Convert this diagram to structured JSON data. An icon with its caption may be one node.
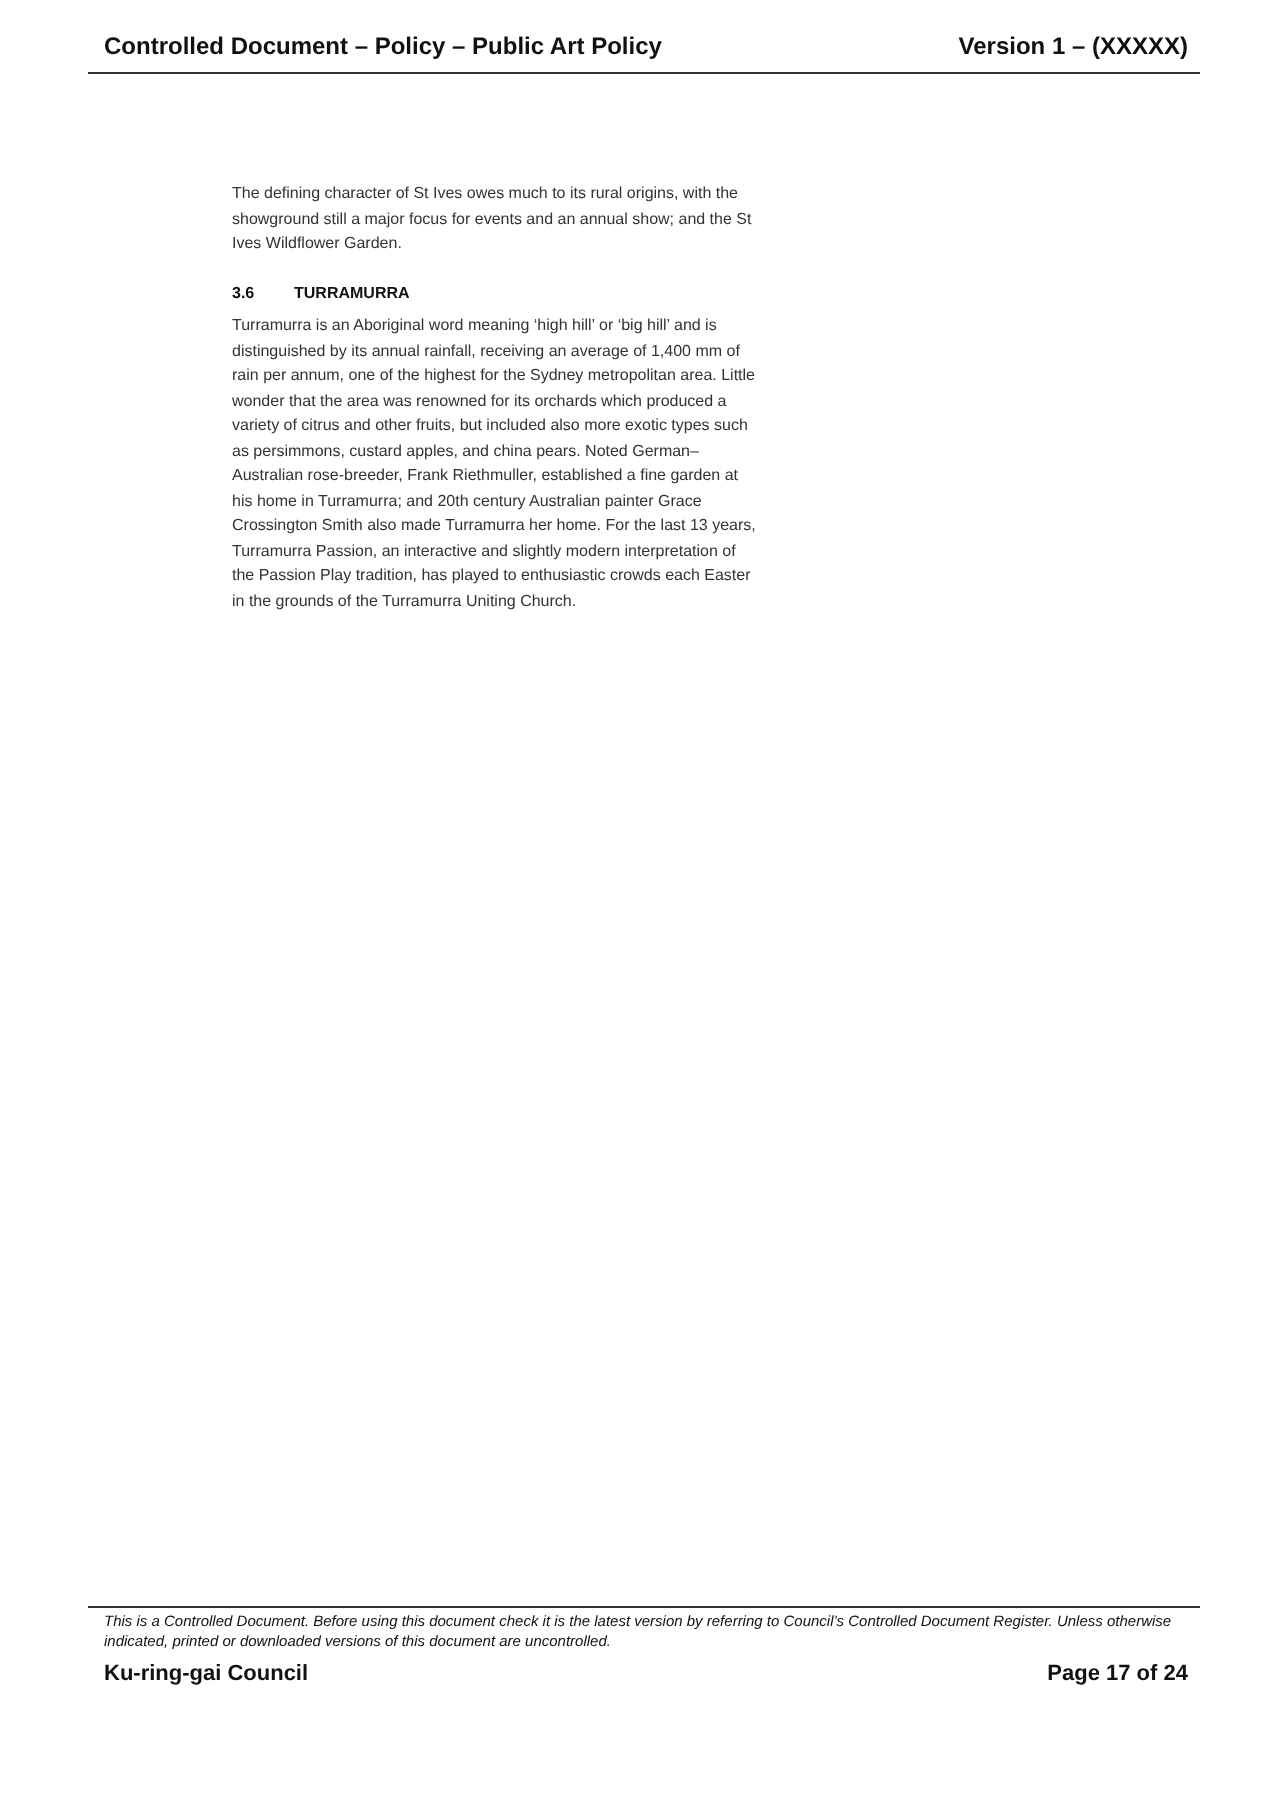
{
  "diagram": {
    "labels": [
      "Controlled Document – Policy – Public Art Policy",
      "Version 1 – (XXXXX)",
      "The defining character of St Ives owes much to its rural origins, with the showground still a major focus for events and an annual show; and the St Ives Wildflower Garden.",
      "3.6",
      "TURRAMURRA",
      "Turramurra is an Aboriginal word meaning ‘high hill’ or ‘big hill’ and is distinguished by its annual rainfall,  receiving an average of 1,400 mm of rain per annum, one of the highest for the Sydney metropolitan area. Little wonder that the area was renowned for its orchards which produced a variety of citrus and other fruits, but included also more exotic types such as persimmons, custard apples, and china pears. Noted German–Australian rose-breeder, Frank Riethmuller, established a fine garden at his home in Turramurra; and 20th century Australian painter Grace Crossington Smith also made Turramurra her home. For the last 13 years, Turramurra Passion, an interactive and slightly modern interpretation of the Passion Play tradition, has played to enthusiastic crowds each Easter in the grounds of the Turramurra Uniting Church.",
      "This is a Controlled Document.  Before using this document check it is the latest version by referring to Council’s Controlled Document Register.  Unless otherwise indicated, printed or downloaded versions of this document are uncontrolled.",
      "Ku-ring-gai Council",
      "Page 17 of 24"
    ]
  }
}
